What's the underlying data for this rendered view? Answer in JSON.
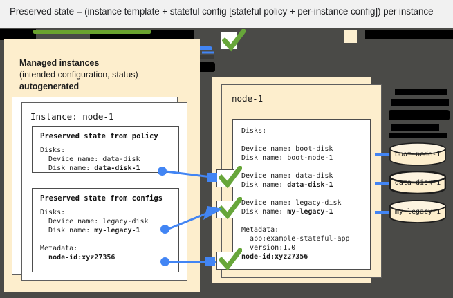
{
  "caption": {
    "text": "Preserved state = (instance template + stateful config [stateful policy + per-instance config]) per instance"
  },
  "colors": {
    "cream": "#fdeecd",
    "dark_background": "#4a4a47",
    "accent_blue": "#4285f4",
    "check_green": "#67a63a",
    "highlight_green": "#6aa22e",
    "caption_background": "#f1f1f1"
  },
  "left_panel": {
    "heading_line1": "Managed instances",
    "heading_line2": "(intended configuration, status)",
    "heading_line3": "autogenerated",
    "instance_card": {
      "title": "Instance: node-1",
      "policy_box": {
        "title": "Preserved state from policy",
        "body_lines": [
          "Disks:",
          "  Device name: data-disk",
          "  Disk name: data-disk-1"
        ],
        "bold_value": "data-disk-1"
      },
      "configs_box": {
        "title": "Preserved state from configs",
        "body_lines": [
          "Disks:",
          "  Device name: legacy-disk",
          "  Disk name: my-legacy-1",
          "",
          "Metadata:",
          "  node-id:xyz27356"
        ],
        "bold_values": [
          "my-legacy-1",
          "node-id:xyz27356"
        ]
      }
    }
  },
  "right_panel": {
    "node_title": "node-1",
    "disks_label": "Disks:",
    "disks": [
      {
        "device_name": "Device name: boot-disk",
        "disk_name": "Disk name: boot-node-1",
        "bold": false,
        "checked": false
      },
      {
        "device_name": "Device name: data-disk",
        "disk_name": "Disk name: data-disk-1",
        "bold": true,
        "checked": true
      },
      {
        "device_name": "Device name: legacy-disk",
        "disk_name": "Disk name: my-legacy-1",
        "bold": true,
        "checked": true
      }
    ],
    "metadata_label": "Metadata:",
    "metadata": [
      {
        "text": "app:example-stateful-app",
        "bold": false
      },
      {
        "text": "version:1.0",
        "bold": false
      },
      {
        "text": "node-id:xyz27356",
        "bold": true
      }
    ]
  },
  "disk_shapes": [
    {
      "label": "boot-node-1"
    },
    {
      "label": "data-disk-1"
    },
    {
      "label": "my-legacy-1"
    }
  ],
  "icons": {
    "check": "check-icon",
    "disk": "disk-cylinder-icon"
  }
}
